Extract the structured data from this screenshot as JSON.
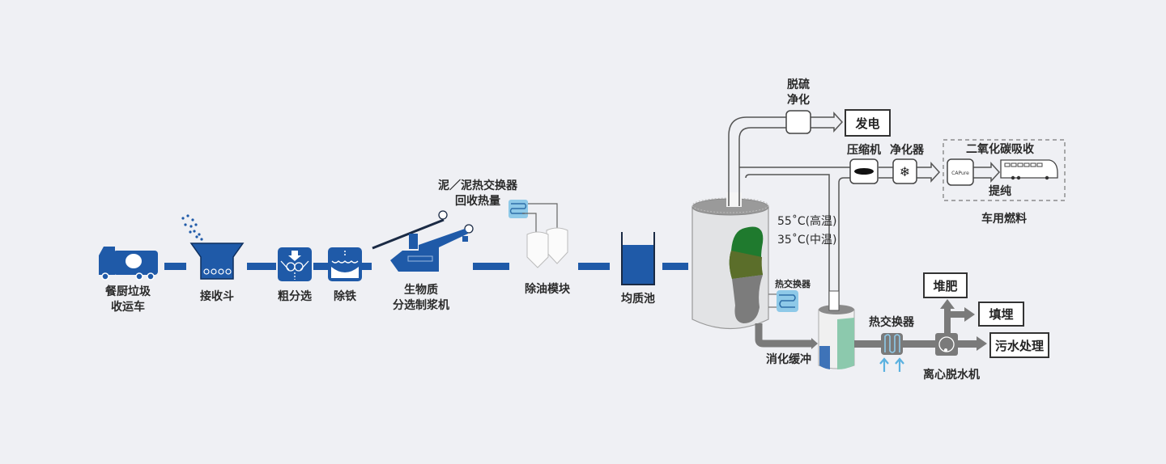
{
  "colors": {
    "background": "#eff0f4",
    "process_blue": "#1f5aa8",
    "sludge_gray": "#7a7a7a",
    "heat_exchanger_blue": "#8ec9e8",
    "digester_green_top": "#1f7a2e",
    "digester_green_mid": "#5b6e2a",
    "buffer_teal": "#8cc9ad"
  },
  "pretreatment": {
    "truck_label": [
      "餐厨垃圾",
      "收运车"
    ],
    "hopper_label": "接收斗",
    "coarse_sort_label": "粗分选",
    "iron_removal_label": "除铁",
    "pulper_label": [
      "生物质",
      "分选制浆机"
    ],
    "heat_recovery_label": [
      "泥／泥热交换器",
      "回收热量"
    ],
    "oil_removal_label": "除油模块",
    "equalization_label": "均质池"
  },
  "digestion": {
    "temp_high": "55˚C(高温)",
    "temp_mid": "35˚C(中温)",
    "heat_exchanger_label": "热交换器",
    "buffer_label": "消化缓冲"
  },
  "biogas": {
    "desulfurization_label": [
      "脱硫",
      "净化"
    ],
    "power_label": "发电",
    "compressor_label": "压缩机",
    "purifier_label": "净化器",
    "co2_label": "二氧化碳吸收",
    "capture_unit": "CAPure",
    "upgrade_label": "提纯",
    "vehicle_fuel_label": "车用燃料"
  },
  "sludge": {
    "heat_exchanger_label": "热交换器",
    "centrifuge_label": "离心脱水机",
    "compost_label": "堆肥",
    "landfill_label": "填埋",
    "wastewater_label": "污水处理"
  }
}
